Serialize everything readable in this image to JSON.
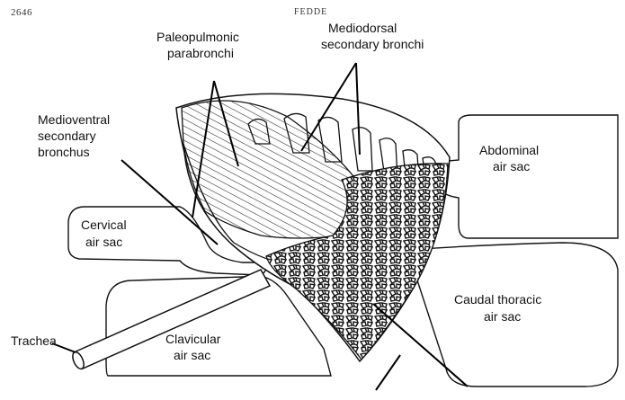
{
  "header": {
    "page_number": "2646",
    "running_head": "FEDDE"
  },
  "figure": {
    "labels": {
      "paleopulmonic": [
        "Paleopulmonic",
        "parabronchi"
      ],
      "mediodorsal": [
        "Mediodorsal",
        "secondary  bronchi"
      ],
      "medioventral": [
        "Medioventral",
        "secondary",
        "bronchus"
      ],
      "abdominal": [
        "Abdominal",
        "air sac"
      ],
      "cervical": [
        "Cervical",
        "air sac"
      ],
      "caudal_thoracic": [
        "Caudal thoracic",
        "air sac"
      ],
      "clavicular": [
        "Clavicular",
        "air sac"
      ],
      "trachea": [
        "Trachea"
      ]
    }
  }
}
